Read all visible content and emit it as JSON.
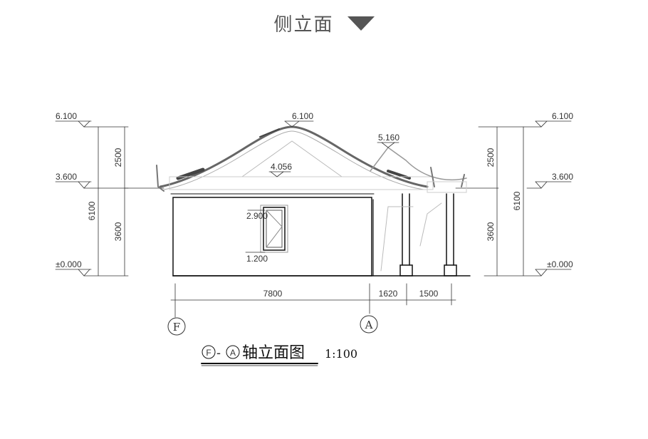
{
  "header": {
    "title": "侧立面"
  },
  "drawing": {
    "levels_left": [
      "6.100",
      "3.600",
      "±0.000"
    ],
    "levels_right": [
      "6.100",
      "3.600",
      "±0.000"
    ],
    "vertical_dims_left": {
      "upper": "2500",
      "lower": "3600",
      "total": "6100"
    },
    "vertical_dims_right": {
      "upper": "2500",
      "lower": "3600",
      "total": "6100"
    },
    "ridge_level": "6.100",
    "porch_ridge_level": "5.160",
    "gable_level": "4.056",
    "window_top": "2.900",
    "window_sill": "1.200",
    "horizontal_dims": [
      "7800",
      "1620",
      "1500"
    ],
    "axis_labels": [
      "F",
      "A"
    ],
    "title": {
      "from_axis": "F",
      "dash": "-",
      "to_axis": "A",
      "name": "轴立面图",
      "scale": "1:100"
    }
  }
}
